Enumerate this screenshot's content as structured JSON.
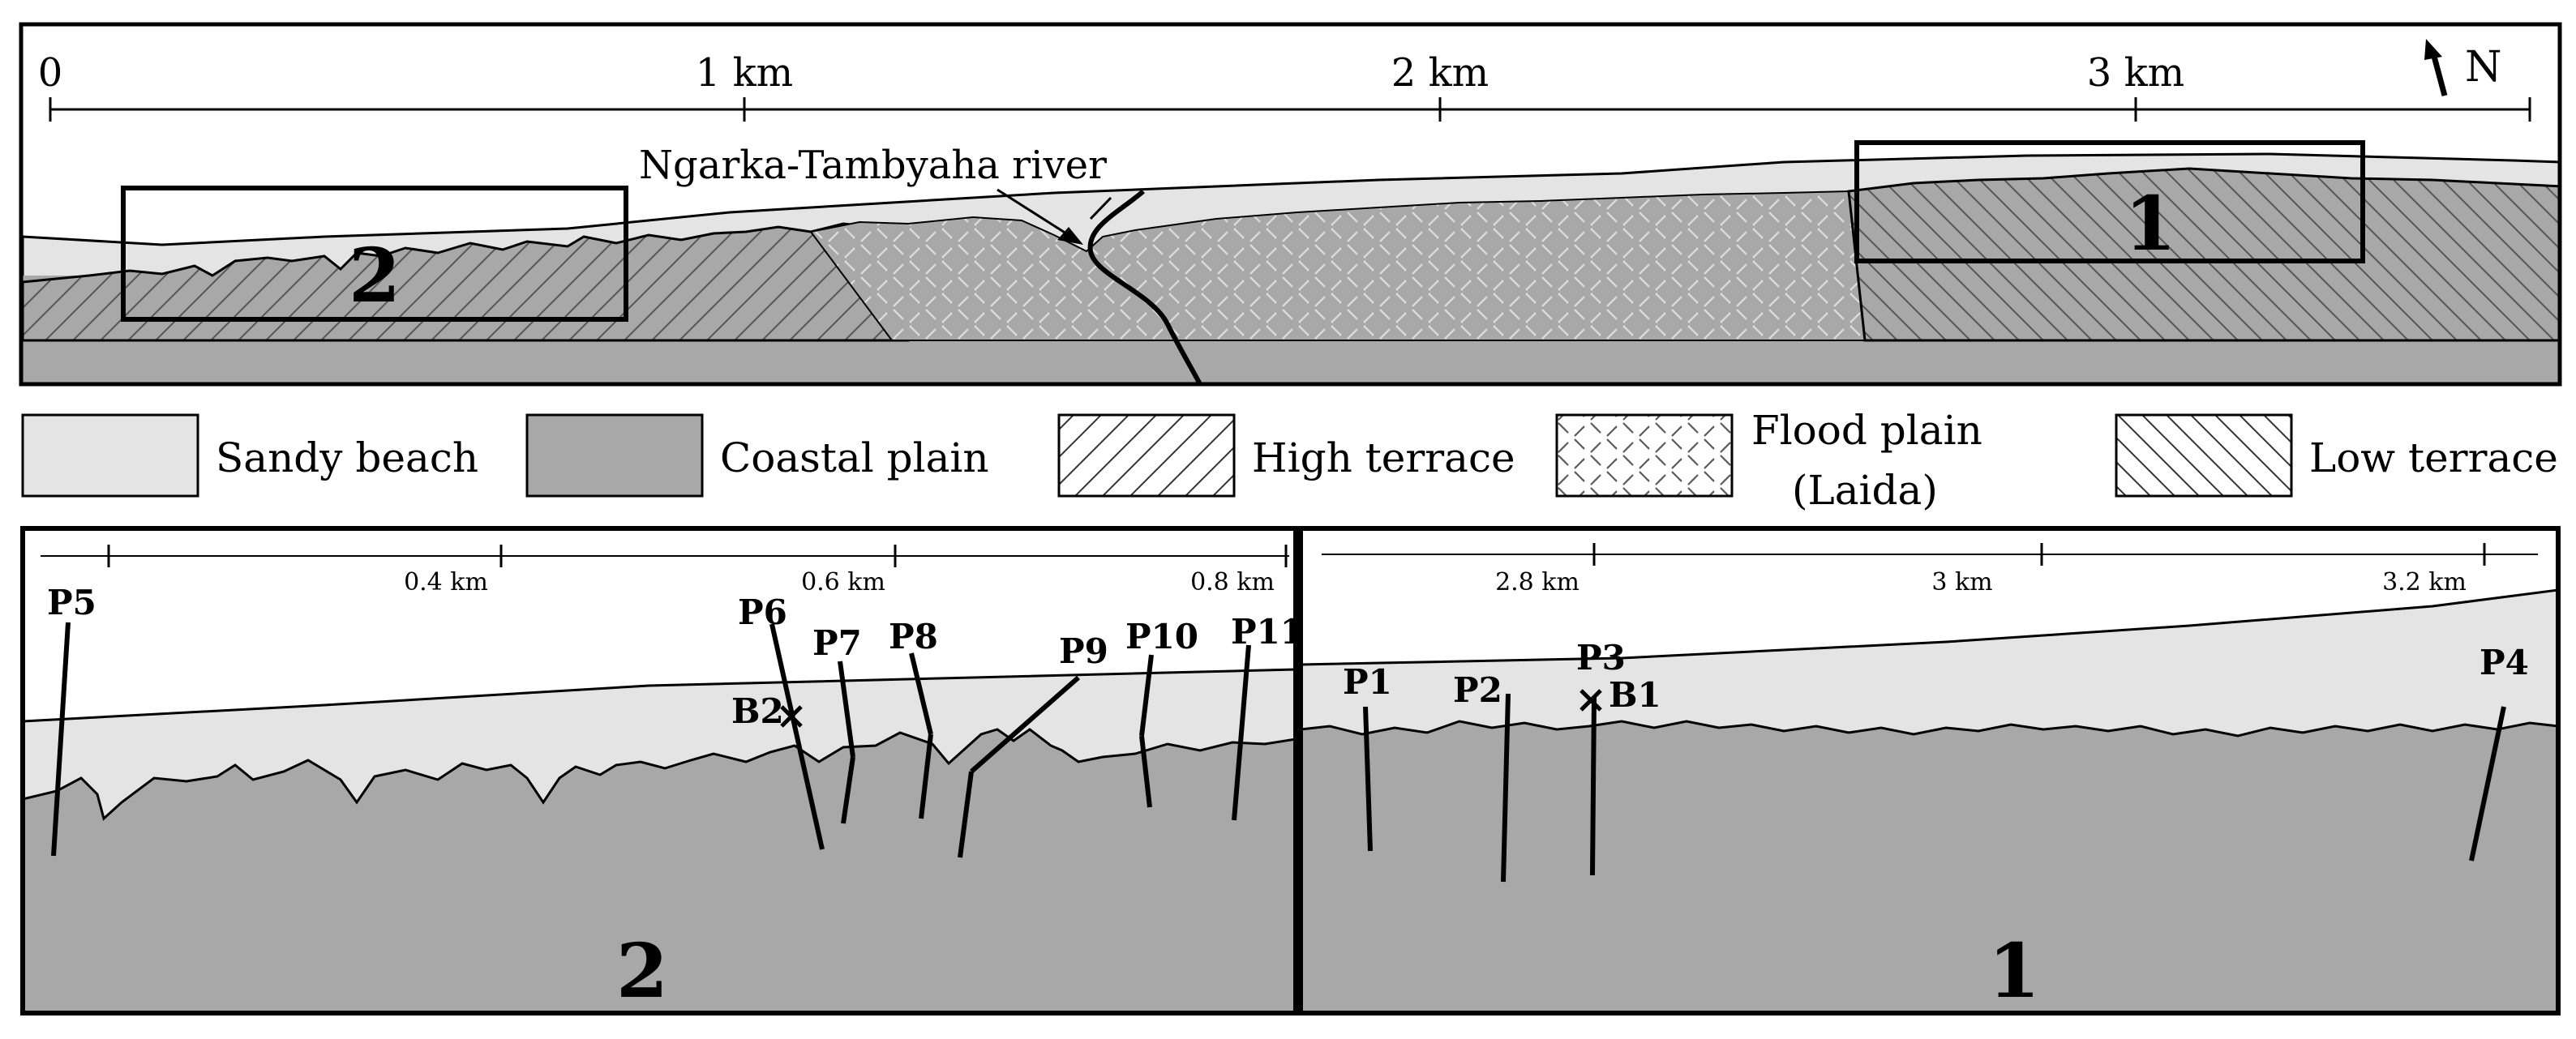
{
  "colors": {
    "sandy_beach": "#e4e4e4",
    "coastal_plain": "#a8a8a8",
    "line": "#000000",
    "background": "#ffffff"
  },
  "overview_map": {
    "scale": {
      "ticks": [
        "0",
        "1 km",
        "2 km",
        "3 km"
      ]
    },
    "north_arrow": {
      "label": "N",
      "icon": "north-arrow-icon"
    },
    "river_label": "Ngarka-Tambyaha river",
    "box_labels": [
      "1",
      "2"
    ]
  },
  "legend": {
    "items": [
      {
        "label": "Sandy beach",
        "pattern": "solid-light"
      },
      {
        "label": "Coastal plain",
        "pattern": "solid-dark"
      },
      {
        "label": "High terrace",
        "pattern": "forward-hatch"
      },
      {
        "label": "Flood plain",
        "label2": "(Laida)",
        "pattern": "cross-dash"
      },
      {
        "label": "Low terrace",
        "pattern": "back-hatch"
      }
    ]
  },
  "detail_2": {
    "title": "2",
    "scale_ticks": [
      "0.4 km",
      "0.6 km",
      "0.8 km"
    ],
    "profiles": [
      "P5",
      "P6",
      "P7",
      "P8",
      "P9",
      "P10",
      "P11"
    ],
    "boreholes": [
      "B2"
    ]
  },
  "detail_1": {
    "title": "1",
    "scale_ticks": [
      "2.8 km",
      "3 km",
      "3.2 km"
    ],
    "profiles": [
      "P1",
      "P2",
      "P3",
      "P4"
    ],
    "boreholes": [
      "B1"
    ]
  }
}
